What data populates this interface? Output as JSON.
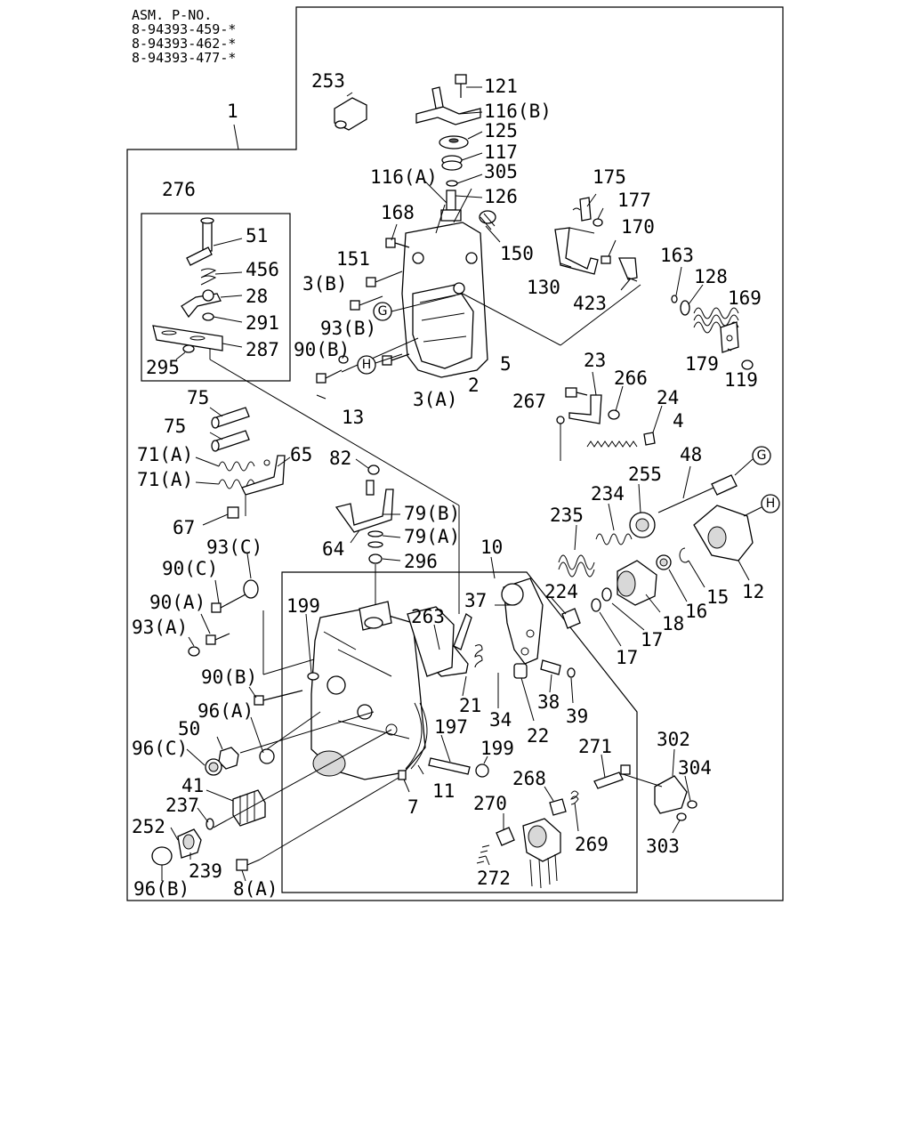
{
  "header": {
    "lines": [
      "ASM. P-NO.",
      "8-94393-459-*",
      "8-94393-462-*",
      "8-94393-477-*"
    ]
  },
  "callouts": {
    "G": "G",
    "H": "H"
  },
  "labels": [
    {
      "id": "l1",
      "text": "1"
    },
    {
      "id": "l253",
      "text": "253"
    },
    {
      "id": "l121",
      "text": "121"
    },
    {
      "id": "l116b",
      "text": "116(B)"
    },
    {
      "id": "l125",
      "text": "125"
    },
    {
      "id": "l117",
      "text": "117"
    },
    {
      "id": "l116a",
      "text": "116(A)"
    },
    {
      "id": "l305",
      "text": "305"
    },
    {
      "id": "l126",
      "text": "126"
    },
    {
      "id": "l276",
      "text": "276"
    },
    {
      "id": "l51",
      "text": "51"
    },
    {
      "id": "l456",
      "text": "456"
    },
    {
      "id": "l28",
      "text": "28"
    },
    {
      "id": "l291",
      "text": "291"
    },
    {
      "id": "l287",
      "text": "287"
    },
    {
      "id": "l295",
      "text": "295"
    },
    {
      "id": "l168",
      "text": "168"
    },
    {
      "id": "l150",
      "text": "150"
    },
    {
      "id": "l151",
      "text": "151"
    },
    {
      "id": "l3b",
      "text": "3(B)"
    },
    {
      "id": "l93b",
      "text": "93(B)"
    },
    {
      "id": "l90b",
      "text": "90(B)"
    },
    {
      "id": "l3a",
      "text": "3(A)"
    },
    {
      "id": "l2",
      "text": "2"
    },
    {
      "id": "l5",
      "text": "5"
    },
    {
      "id": "l13",
      "text": "13"
    },
    {
      "id": "l175",
      "text": "175"
    },
    {
      "id": "l177",
      "text": "177"
    },
    {
      "id": "l170",
      "text": "170"
    },
    {
      "id": "l130",
      "text": "130"
    },
    {
      "id": "l423",
      "text": "423"
    },
    {
      "id": "l163",
      "text": "163"
    },
    {
      "id": "l128",
      "text": "128"
    },
    {
      "id": "l169",
      "text": "169"
    },
    {
      "id": "l179",
      "text": "179"
    },
    {
      "id": "l119",
      "text": "119"
    },
    {
      "id": "l23",
      "text": "23"
    },
    {
      "id": "l266",
      "text": "266"
    },
    {
      "id": "l267",
      "text": "267"
    },
    {
      "id": "l24",
      "text": "24"
    },
    {
      "id": "l4",
      "text": "4"
    },
    {
      "id": "l75a",
      "text": "75"
    },
    {
      "id": "l75b",
      "text": "75"
    },
    {
      "id": "l71a1",
      "text": "71(A)"
    },
    {
      "id": "l71a2",
      "text": "71(A)"
    },
    {
      "id": "l65",
      "text": "65"
    },
    {
      "id": "l67",
      "text": "67"
    },
    {
      "id": "l82",
      "text": "82"
    },
    {
      "id": "l79b",
      "text": "79(B)"
    },
    {
      "id": "l79a",
      "text": "79(A)"
    },
    {
      "id": "l64",
      "text": "64"
    },
    {
      "id": "l296",
      "text": "296"
    },
    {
      "id": "l10",
      "text": "10"
    },
    {
      "id": "l48",
      "text": "48"
    },
    {
      "id": "l255",
      "text": "255"
    },
    {
      "id": "l234",
      "text": "234"
    },
    {
      "id": "l235",
      "text": "235"
    },
    {
      "id": "l12",
      "text": "12"
    },
    {
      "id": "l15",
      "text": "15"
    },
    {
      "id": "l16",
      "text": "16"
    },
    {
      "id": "l18",
      "text": "18"
    },
    {
      "id": "l17a",
      "text": "17"
    },
    {
      "id": "l17b",
      "text": "17"
    },
    {
      "id": "l224",
      "text": "224"
    },
    {
      "id": "l37",
      "text": "37"
    },
    {
      "id": "l93c",
      "text": "93(C)"
    },
    {
      "id": "l90c",
      "text": "90(C)"
    },
    {
      "id": "l90a",
      "text": "90(A)"
    },
    {
      "id": "l93a",
      "text": "93(A)"
    },
    {
      "id": "l199a",
      "text": "199"
    },
    {
      "id": "l263",
      "text": "263"
    },
    {
      "id": "l90b2",
      "text": "90(B)"
    },
    {
      "id": "l96a",
      "text": "96(A)"
    },
    {
      "id": "l21",
      "text": "21"
    },
    {
      "id": "l34",
      "text": "34"
    },
    {
      "id": "l22",
      "text": "22"
    },
    {
      "id": "l38",
      "text": "38"
    },
    {
      "id": "l39",
      "text": "39"
    },
    {
      "id": "l50",
      "text": "50"
    },
    {
      "id": "l96c",
      "text": "96(C)"
    },
    {
      "id": "l197",
      "text": "197"
    },
    {
      "id": "l199b",
      "text": "199"
    },
    {
      "id": "l271",
      "text": "271"
    },
    {
      "id": "l302",
      "text": "302"
    },
    {
      "id": "l304",
      "text": "304"
    },
    {
      "id": "l41",
      "text": "41"
    },
    {
      "id": "l11",
      "text": "11"
    },
    {
      "id": "l7",
      "text": "7"
    },
    {
      "id": "l268",
      "text": "268"
    },
    {
      "id": "l237",
      "text": "237"
    },
    {
      "id": "l252",
      "text": "252"
    },
    {
      "id": "l270",
      "text": "270"
    },
    {
      "id": "l269",
      "text": "269"
    },
    {
      "id": "l303",
      "text": "303"
    },
    {
      "id": "l239",
      "text": "239"
    },
    {
      "id": "l96b",
      "text": "96(B)"
    },
    {
      "id": "l8a",
      "text": "8(A)"
    },
    {
      "id": "l272",
      "text": "272"
    }
  ]
}
